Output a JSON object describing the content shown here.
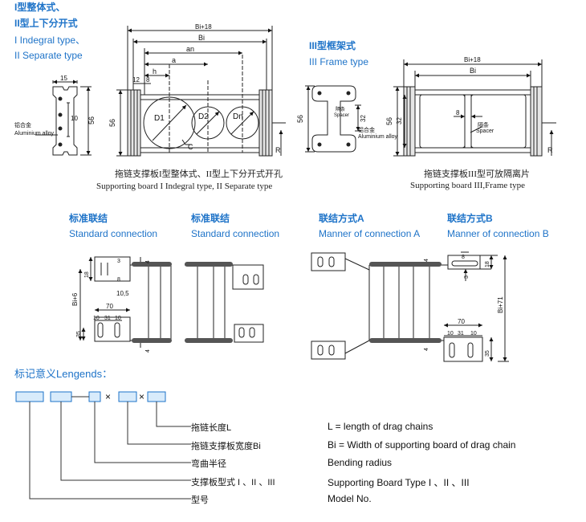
{
  "titles": {
    "type12_cn_line1": "I型整体式、",
    "type12_cn_line2": "II型上下分开式",
    "type12_en_line1": "I Indegral type、",
    "type12_en_line2": "II Separate type",
    "type3_cn": "III型框架式",
    "type3_en": "III Frame type"
  },
  "captions": {
    "left_cn": "拖链支撑板I型整体式、II型上下分开式开孔",
    "left_en": "Supporting board I Indegral type, II Separate type",
    "right_cn": "拖链支撑板III型可放隔离片",
    "right_en": "Supporting board III,Frame type"
  },
  "connections": {
    "standard_cn_1": "标准联结",
    "standard_en_1": "Standard connection",
    "standard_cn_2": "标准联结",
    "standard_en_2": "Standard connection",
    "manner_a_cn": "联结方式A",
    "manner_a_en": "Manner of connection A",
    "manner_b_cn": "联结方式B",
    "manner_b_en": "Manner of connection B"
  },
  "legend": {
    "heading": "标记意义Lengends：",
    "separator": "×",
    "items": [
      {
        "cn": "拖链长度L",
        "en": "L = length of drag chains"
      },
      {
        "cn": "拖链支撑板宽度Bi",
        "en": "Bi = Width of supporting board of drag chain"
      },
      {
        "cn": "弯曲半径",
        "en": "Bending radius"
      },
      {
        "cn": "支撑板型式 I 、II 、III",
        "en": "Supporting Board Type I 、II 、III"
      },
      {
        "cn": "型号",
        "en": "Model No."
      }
    ]
  },
  "dims": {
    "side_15": "15",
    "side_10": "10",
    "side_56": "56",
    "alu_cn": "铝合金",
    "alu_en": "Aluminium alloy",
    "bi18": "Bi+18",
    "bi": "Bi",
    "an": "an",
    "a": "a",
    "h": "h",
    "d12": "12",
    "d8": "8",
    "dim_56": "56",
    "d1": "D1",
    "d2": "D2",
    "dn": "Dn",
    "c": "C",
    "r": "R",
    "frame_56": "56",
    "frame_32": "32",
    "frame_spacer_cn": "隔条",
    "frame_spacer_en": "Spacer",
    "frame_alu_cn": "铝合金",
    "frame_alu_en": "Aluminium alloy",
    "f_bi18": "Bi+18",
    "f_bi": "Bi",
    "f_56": "56",
    "f_32": "32",
    "f_8": "8",
    "f_spacer_cn": "隔条",
    "f_spacer_en": "Spacer",
    "f_r": "R",
    "c_bi6": "Bi+6",
    "c_18": "18",
    "c_3": "3",
    "c_8": "8",
    "c_105": "10,5",
    "c_70": "70",
    "c_10": "10",
    "c_31": "31",
    "c_10b": "10",
    "c_35": "35",
    "c_4a": "4",
    "c_4b": "4",
    "m_4a": "4",
    "m_4b": "4",
    "m_8": "8",
    "m_18": "18",
    "m_3": "3",
    "m_bi71": "Bi+71",
    "m_70": "70",
    "m_10": "10",
    "m_31": "31",
    "m_10b": "10",
    "m_35": "35"
  },
  "colors": {
    "accent": "#1e73c8",
    "legend_box": "#1e73c8",
    "legend_box_fill": "#d8ebfb",
    "chain": "#555555"
  }
}
